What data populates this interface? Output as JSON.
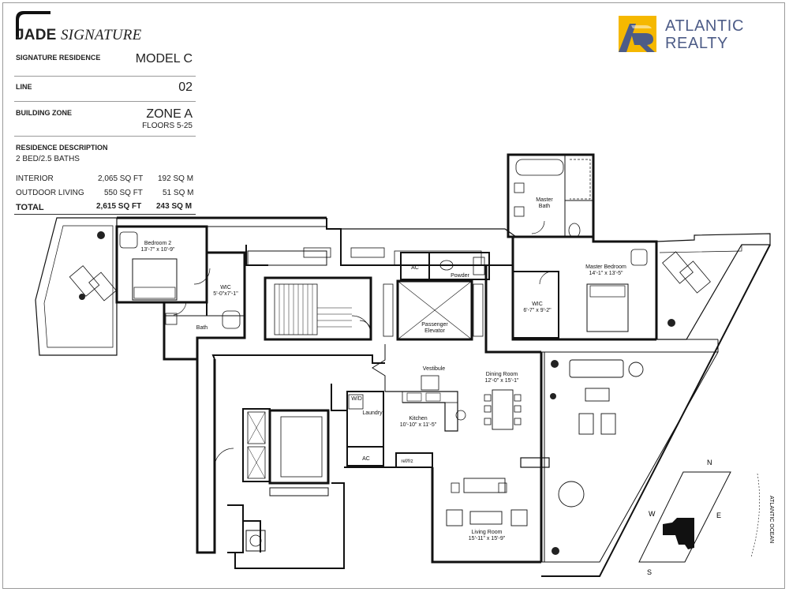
{
  "logo": {
    "brand_bold": "JADE",
    "brand_italic": "SIGNATURE"
  },
  "spec": {
    "residence_label": "SIGNATURE RESIDENCE",
    "residence_value": "MODEL C",
    "line_label": "LINE",
    "line_value": "02",
    "zone_label": "BUILDING ZONE",
    "zone_value": "ZONE A",
    "zone_floors": "FLOORS 5-25",
    "description_label": "RESIDENCE DESCRIPTION",
    "description_value": "2 BED/2.5 BATHS",
    "areas": [
      {
        "name": "INTERIOR",
        "sqft": "2,065 SQ FT",
        "sqm": "192 SQ M"
      },
      {
        "name": "OUTDOOR LIVING",
        "sqft": "550 SQ FT",
        "sqm": "51 SQ M"
      },
      {
        "name": "TOTAL",
        "sqft": "2,615 SQ FT",
        "sqm": "243 SQ M"
      }
    ]
  },
  "agency": {
    "line1": "ATLANTIC",
    "line2": "REALTY",
    "colors": {
      "yellow": "#f5b800",
      "blue": "#4d5c87"
    }
  },
  "rooms": {
    "bedroom2": {
      "name": "Bedroom 2",
      "dims": "13'-7\" x 10'-9\""
    },
    "wic_left": {
      "name": "WIC",
      "dims": "5'-0\"x7'-1\""
    },
    "bath": {
      "name": "Bath"
    },
    "ac_top": {
      "name": "AC"
    },
    "powder": {
      "name": "Powder"
    },
    "elevator": {
      "name1": "Passenger",
      "name2": "Elevator"
    },
    "master_bath": {
      "name1": "Master",
      "name2": "Bath"
    },
    "master_bedroom": {
      "name": "Master Bedroom",
      "dims": "14'-1\" x 13'-5\""
    },
    "wic_right": {
      "name": "WIC",
      "dims": "6'-7\" x 9'-2\""
    },
    "vestibule": {
      "name": "Vestibule"
    },
    "dining": {
      "name": "Dining Room",
      "dims": "12'-0\" x 15'-1\""
    },
    "wd": {
      "name": "W/D"
    },
    "laundry": {
      "name": "Laundry"
    },
    "kitchen": {
      "name": "Kitchen",
      "dims": "10'-10\" x 11'-5\""
    },
    "ac_bottom": {
      "name": "AC"
    },
    "refrig": {
      "name": "ref/frz"
    },
    "living": {
      "name": "Living Room",
      "dims": "15'-11\" x 15'-9\""
    }
  },
  "compass": {
    "n": "N",
    "s": "S",
    "e": "E",
    "w": "W",
    "ocean": "ATLANTIC OCEAN"
  }
}
